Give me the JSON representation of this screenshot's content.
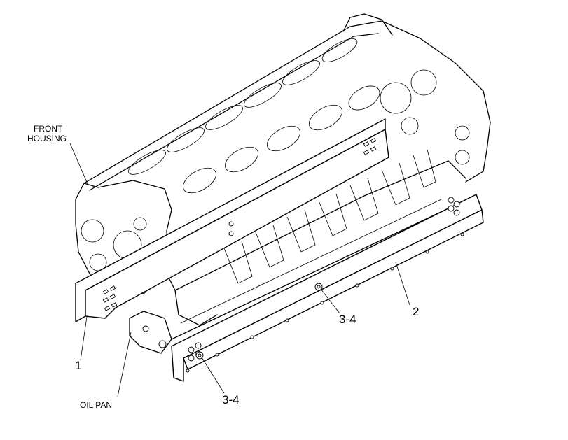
{
  "labels": {
    "front_housing_line1": "FRONT",
    "front_housing_line2": "HOUSING",
    "oil_pan": "OIL PAN",
    "callout_1": "1",
    "callout_2": "2",
    "callout_3_4_right": "3-4",
    "callout_3_4_left": "3-4"
  }
}
